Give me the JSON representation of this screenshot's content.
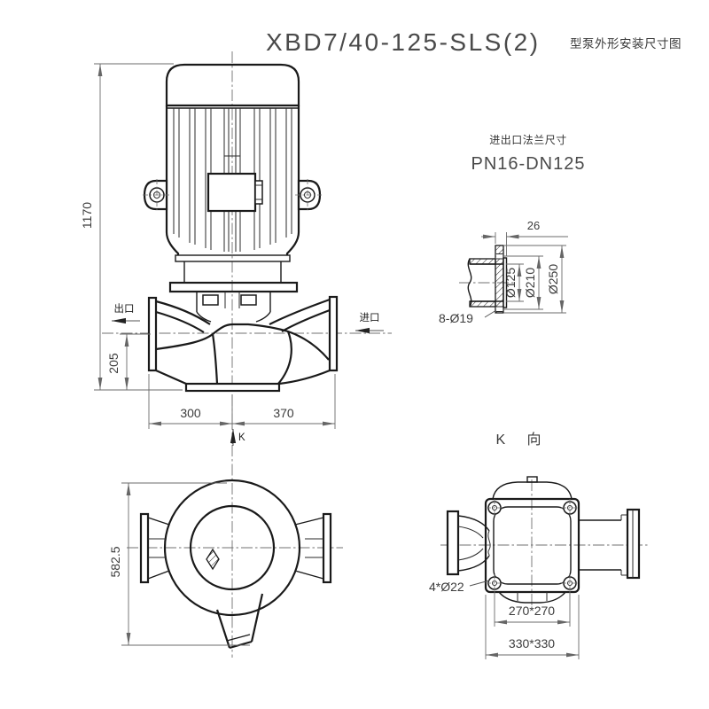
{
  "title": {
    "model": "XBD7/40-125-SLS(2)",
    "suffix": "型泵外形安装尺寸图"
  },
  "front_view": {
    "dims": {
      "total_height": "1170",
      "outlet_center_height": "205",
      "outlet_span": "300",
      "inlet_span": "370"
    },
    "labels": {
      "outlet": "出口",
      "inlet": "进口",
      "view_arrow": "K"
    }
  },
  "flange_detail": {
    "heading": "进出口法兰尺寸",
    "spec": "PN16-DN125",
    "dims": {
      "thickness": "26",
      "bore": "Ø125",
      "bolt_circle": "Ø210",
      "outer_diameter": "Ø250",
      "bolt_holes": "8-Ø19"
    }
  },
  "bottom_view": {
    "dims": {
      "overall": "582.5"
    }
  },
  "k_view": {
    "heading": "K 向",
    "dims": {
      "bolt_holes": "4*Ø22",
      "bolt_spacing": "270*270",
      "base_size": "330*330"
    }
  }
}
